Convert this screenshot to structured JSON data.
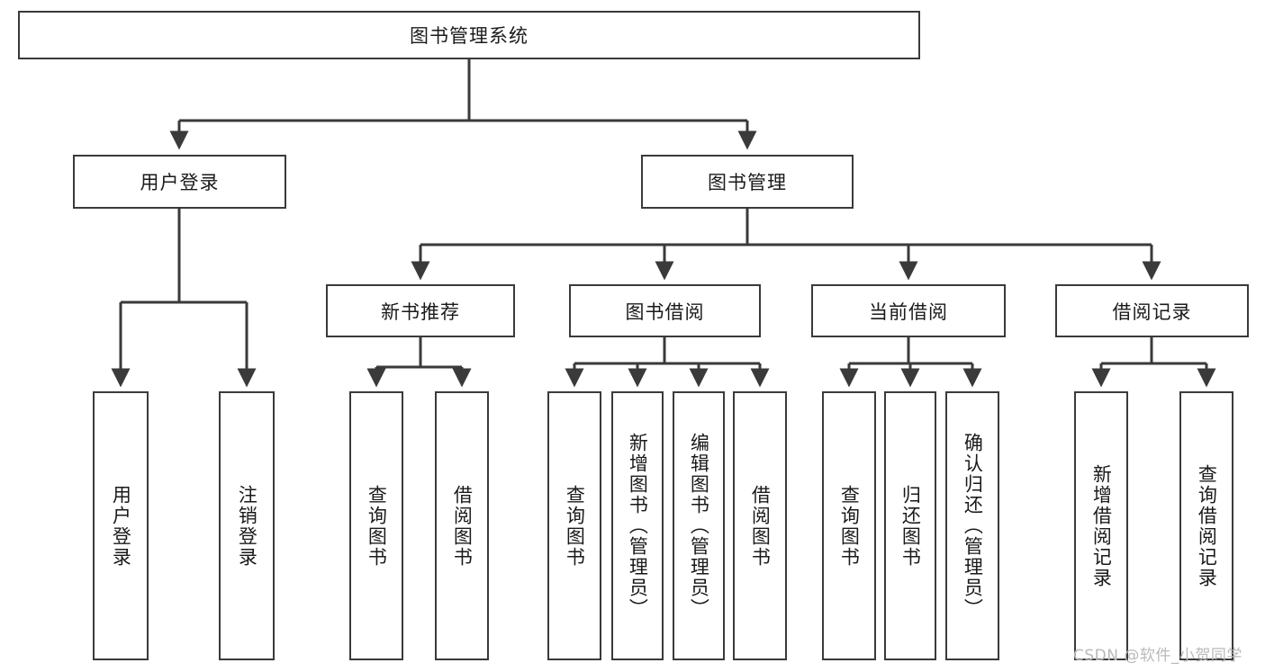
{
  "diagram": {
    "title": "图书管理系统",
    "type": "hierarchy-tree",
    "colors": {
      "stroke": "#3a3a3a",
      "fill": "#ffffff",
      "text": "#1a1a1a",
      "watermark": "#b9b9b9"
    },
    "levels": {
      "root": {
        "label": "图书管理系统"
      },
      "level2": [
        {
          "label": "用户登录"
        },
        {
          "label": "图书管理"
        }
      ],
      "level3": [
        {
          "label": "新书推荐"
        },
        {
          "label": "图书借阅"
        },
        {
          "label": "当前借阅"
        },
        {
          "label": "借阅记录"
        }
      ],
      "leaves": {
        "user_login": [
          {
            "label": "用户登录"
          },
          {
            "label": "注销登录"
          }
        ],
        "new_book_recommend": [
          {
            "label": "查询图书"
          },
          {
            "label": "借阅图书"
          }
        ],
        "book_borrow": [
          {
            "label": "查询图书"
          },
          {
            "label": "新增图书（管理员）"
          },
          {
            "label": "编辑图书（管理员）"
          },
          {
            "label": "借阅图书"
          }
        ],
        "current_borrow": [
          {
            "label": "查询图书"
          },
          {
            "label": "归还图书"
          },
          {
            "label": "确认归还（管理员）"
          }
        ],
        "borrow_record": [
          {
            "label": "新增借阅记录"
          },
          {
            "label": "查询借阅记录"
          }
        ]
      }
    }
  },
  "watermark": {
    "text": "CSDN @软件_小贺同学"
  }
}
